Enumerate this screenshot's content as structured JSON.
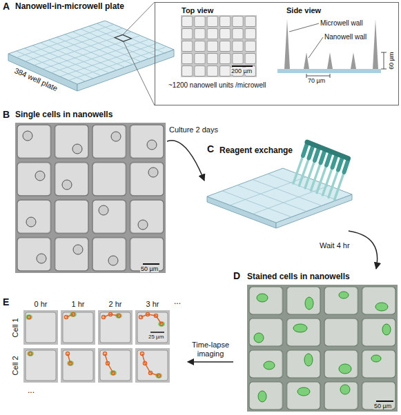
{
  "diagram": {
    "nodes": [
      {
        "text": [
          "A",
          "Nanowell-in-microwell plate",
          "384 well plate"
        ]
      },
      {
        "text": [
          "Top view",
          "Side view"
        ],
        "in": 0
      },
      {
        "text": [
          "B",
          "Single cells in nanowells"
        ]
      },
      {
        "text": [
          "C",
          "Reagent exchange"
        ]
      },
      {
        "text": [
          "D",
          "Stained cells in nanowells"
        ]
      },
      {
        "text": [
          "E"
        ]
      }
    ],
    "edges": [
      {
        "from": 2,
        "to": 3,
        "arrow": "to",
        "label": "Culture 2 days"
      },
      {
        "from": 3,
        "to": 4,
        "arrow": "to",
        "label": "Wait 4 hr"
      },
      {
        "from": 4,
        "to": 5,
        "arrow": "to",
        "label": "Time-lapse imaging"
      }
    ],
    "labels": [
      "200 µm",
      "~1200 nanowell units /microwell",
      "Microwell wall",
      "Nanowell wall",
      "70 µm",
      "60 µm",
      "50 µm",
      "50 µm",
      "0 hr",
      "1 hr",
      "2 hr",
      "3 hr",
      "...",
      "Cell 1",
      "Cell 2",
      "25 µm",
      "..."
    ]
  }
}
